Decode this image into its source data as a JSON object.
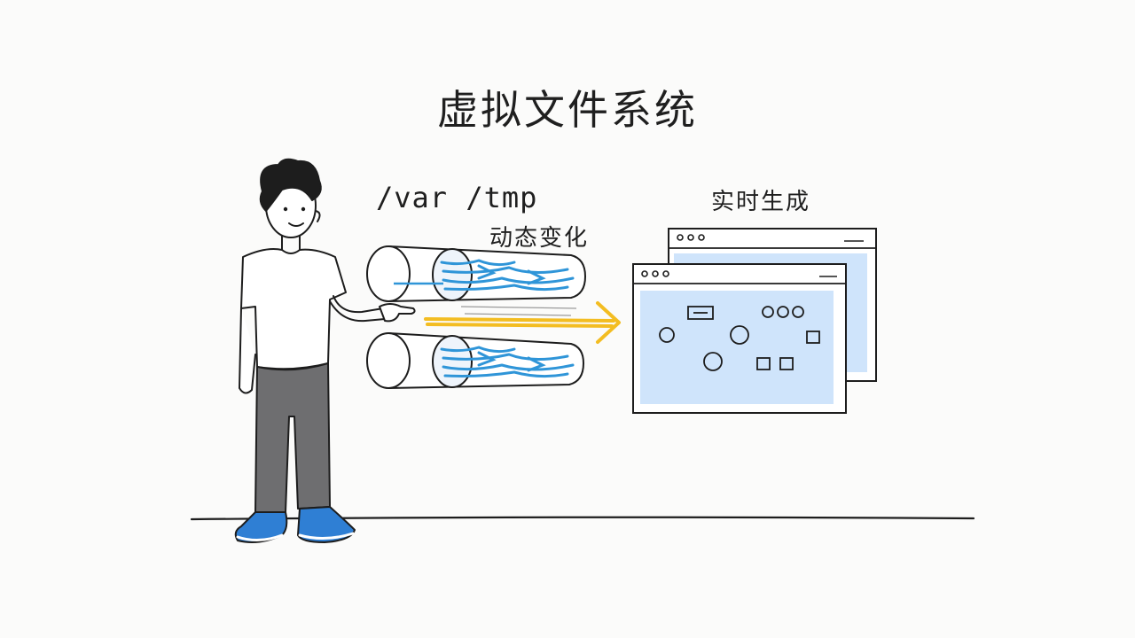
{
  "title": "虚拟文件系统",
  "labels": {
    "path": "/var /tmp",
    "dynamic": "动态变化",
    "realtime": "实时生成"
  },
  "colors": {
    "background": "#fbfbfa",
    "ink": "#1d1d1d",
    "flow_blue": "#2f95d8",
    "arrow_yellow": "#f3bd22",
    "screen_blue": "#cfe4fb",
    "pants_gray": "#6e6e70",
    "shoe_blue": "#2f7fd4"
  },
  "icons": {
    "person": "person-pointing-icon",
    "pipe": "data-pipe-icon",
    "arrow": "arrow-right-icon",
    "window": "browser-window-icon"
  }
}
